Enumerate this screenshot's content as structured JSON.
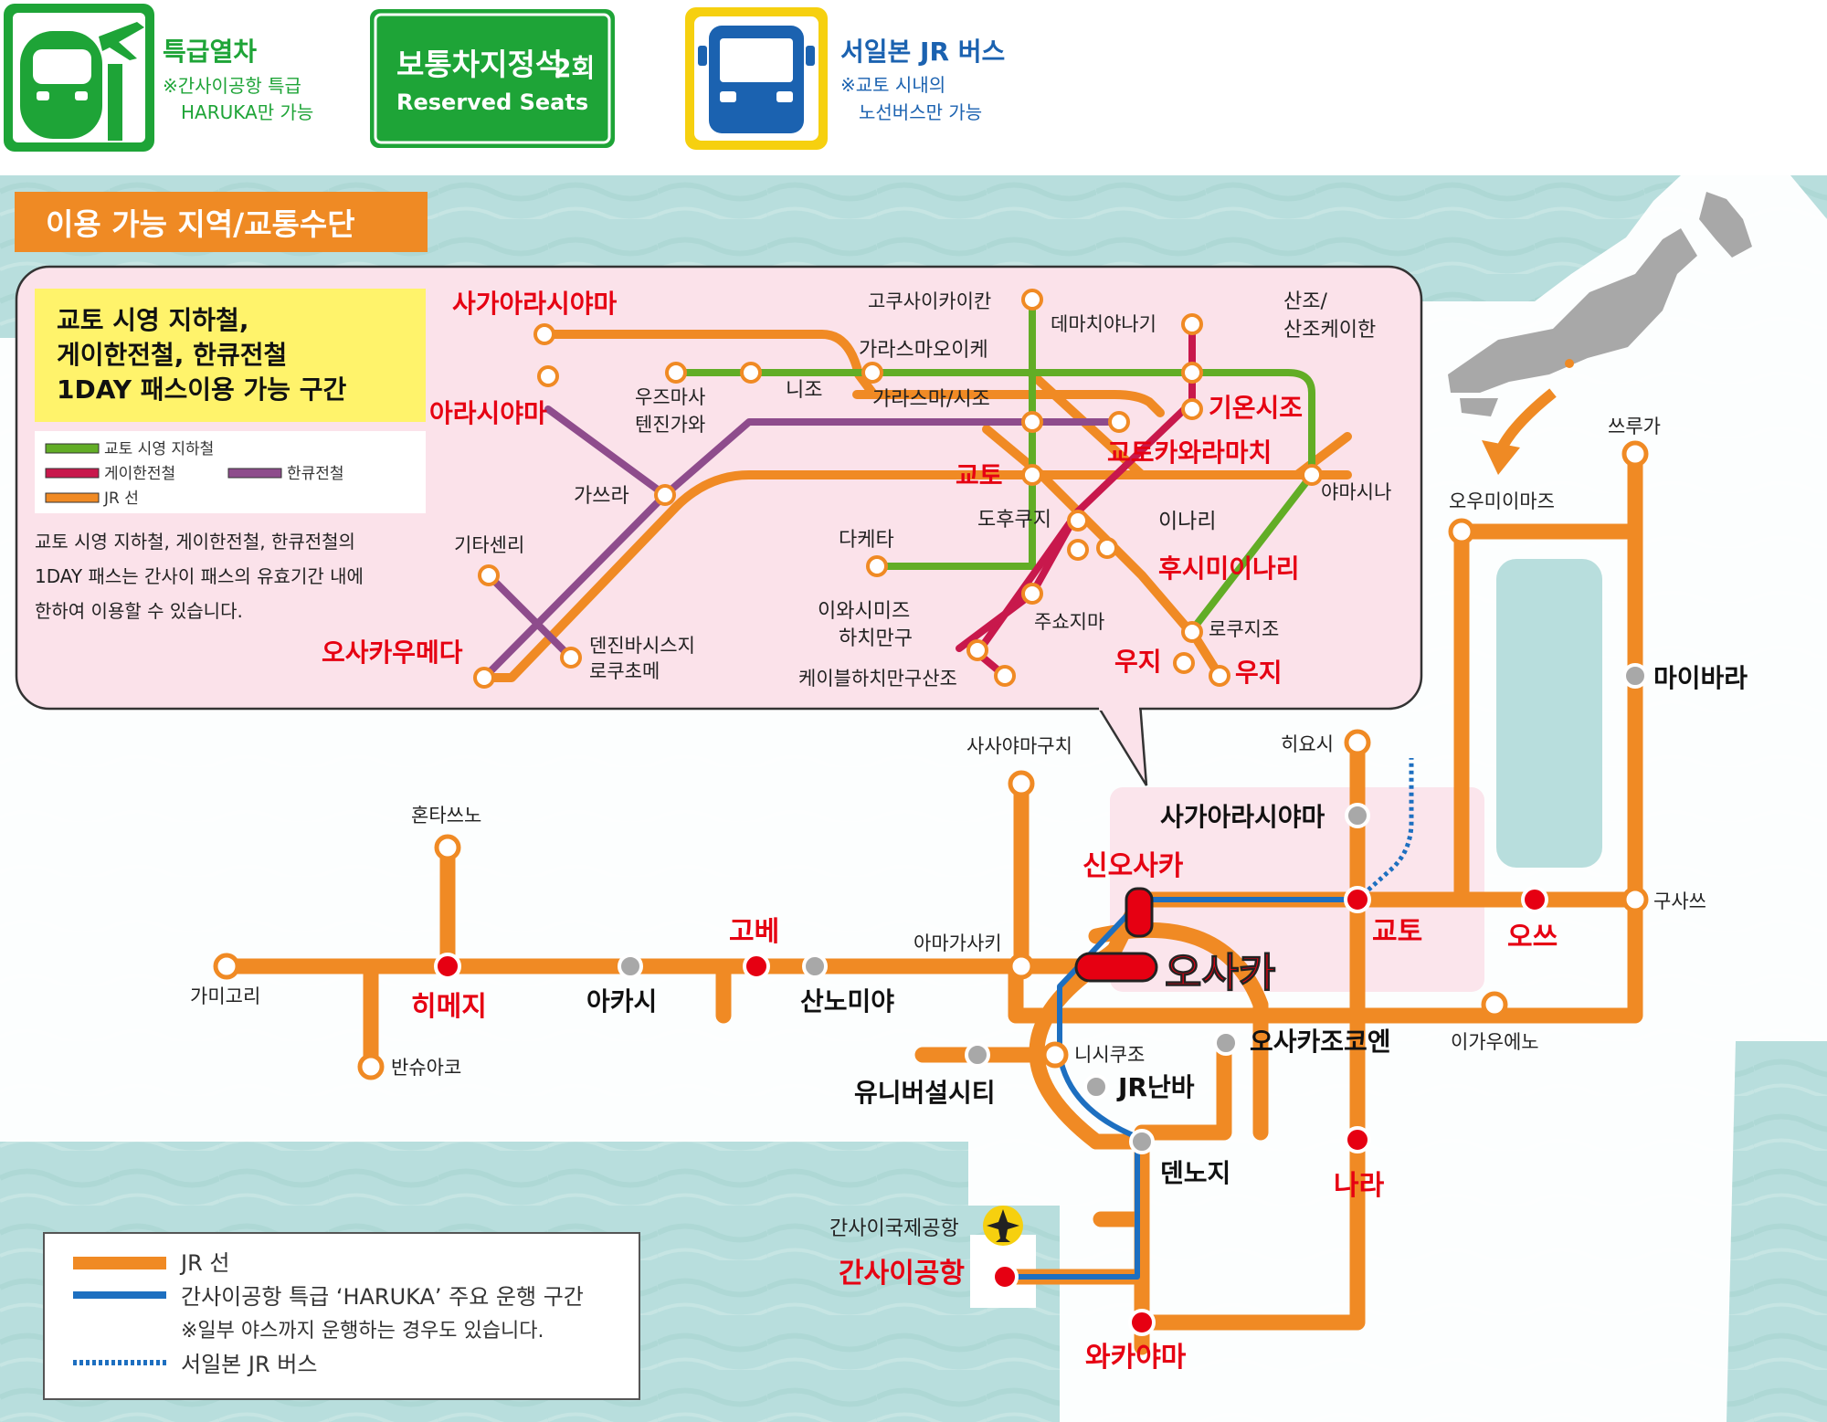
{
  "top_badges": {
    "express": {
      "title": "특급열차",
      "note1": "※간사이공항 특급",
      "note2": "HARUKA만 가능"
    },
    "reserved": {
      "title": "보통차지정석",
      "count": "2회",
      "subtitle": "Reserved Seats"
    },
    "bus": {
      "title": "서일본 JR 버스",
      "note1": "※교토 시내의",
      "note2": "노선버스만 가능"
    }
  },
  "section_title": "이용 가능 지역/교통수단",
  "inset": {
    "header_lines": [
      "교토 시영 지하철,",
      "게이한전철, 한큐전철",
      "1DAY 패스이용 가능 구간"
    ],
    "legend": {
      "subway": "교토 시영 지하철",
      "keihan": "게이한전철",
      "hankyu": "한큐전철",
      "jr": "JR 선"
    },
    "note_lines": [
      "교토 시영 지하철, 게이한전철, 한큐전철의",
      "1DAY 패스는 간사이 패스의 유효기간 내에",
      "한하여 이용할 수 있습니다."
    ],
    "stations": {
      "sagaarashiyama": "사가아라시야마",
      "arashiyama": "아라시야마",
      "uzumasa1": "우즈마사",
      "uzumasa2": "텐진가와",
      "nijo": "니조",
      "karasuma_oike": "가라스마오이케",
      "karasuma_shijo": "가라스마/시조",
      "kokusai": "고쿠사이카이칸",
      "demachi": "데마치야나기",
      "sanjo1": "산조/",
      "sanjo2": "산조케이한",
      "gion": "기온시조",
      "kawaramachi": "교토카와라마치",
      "kyoto": "교토",
      "yamashina": "야마시나",
      "katsura": "가쓰라",
      "kitasenri": "기타센리",
      "takeda": "다케타",
      "tofukuji": "도후쿠지",
      "inari": "이나리",
      "fushimi_inari": "후시미이나리",
      "rokujizo": "로쿠지조",
      "chushojima": "주쇼지마",
      "iwashimizu1": "이와시미즈",
      "iwashimizu2": "하치만구",
      "cable": "케이블하치만구산조",
      "uji_a": "우지",
      "uji_b": "우지",
      "umeda": "오사카우메다",
      "tenjin1": "덴진바시스지",
      "tenjin2": "로쿠초메"
    }
  },
  "main_map": {
    "stations": {
      "tsuruga": "쓰루가",
      "omi_imazu": "오우미이마즈",
      "maibara": "마이바라",
      "kusatsu": "구사쓰",
      "otsu": "오쓰",
      "kyoto": "교토",
      "hiyoshi": "히요시",
      "saga": "사가아라시야마",
      "shin_osaka": "신오사카",
      "osaka": "오사카",
      "sasayama": "사사야마구치",
      "amagasaki": "아마가사키",
      "kobe": "고베",
      "sannomiya": "산노미야",
      "akashi": "아카시",
      "himeji": "히메지",
      "hontatsuno": "혼타쓰노",
      "kamigori": "가미고리",
      "banshu_ako": "반슈아코",
      "nishikujo": "니시쿠조",
      "usj": "유니버설시티",
      "jr_namba": "JR난바",
      "osakajokoen": "오사카조코엔",
      "iga_ueno": "이가우에노",
      "tennoji": "덴노지",
      "nara": "나라",
      "kix_name": "간사이국제공항",
      "kix": "간사이공항",
      "wakayama": "와카야마"
    }
  },
  "bottom_legend": {
    "jr": "JR 선",
    "haruka": "간사이공항 특급 ‘HARUKA’ 주요 운행 구간",
    "haruka_note": "※일부 야스까지 운행하는 경우도 있습니다.",
    "bus": "서일본 JR 버스"
  },
  "colors": {
    "jr": "#f08a24",
    "haruka": "#1d6fc0",
    "subway": "#62ad26",
    "keihan": "#c8184c",
    "hankyu": "#8e4c8c",
    "red_station": "#e60012",
    "green": "#1ea437",
    "badge_blue": "#1b62b0",
    "sea": "#b8dedd",
    "inset_bg": "#fbe2ea",
    "orange_tag": "#ef8a24"
  }
}
